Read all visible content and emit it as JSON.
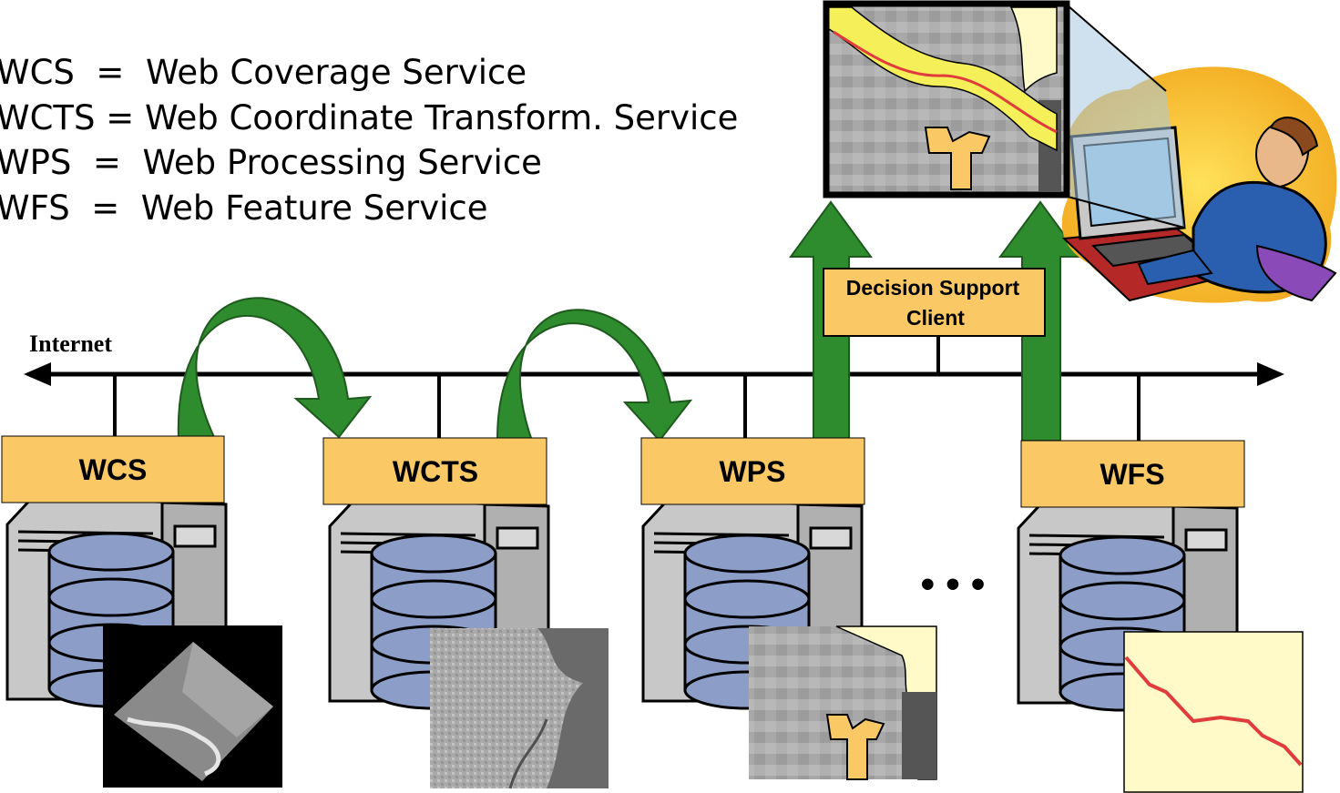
{
  "legend": [
    {
      "abbr": "WCS",
      "sep": "  =  ",
      "full": "Web Coverage Service"
    },
    {
      "abbr": "WCTS",
      "sep": " = ",
      "full": "Web Coordinate Transform. Service"
    },
    {
      "abbr": "WPS",
      "sep": "  =  ",
      "full": "Web Processing Service"
    },
    {
      "abbr": "WFS",
      "sep": "  =  ",
      "full": "Web Feature Service"
    }
  ],
  "network": {
    "label": "Internet"
  },
  "services": [
    {
      "label": "WCS",
      "thumbnail": "rotated-satellite-image"
    },
    {
      "label": "WCTS",
      "thumbnail": "city-aerial-image"
    },
    {
      "label": "WPS",
      "thumbnail": "pixelated-map-with-building"
    },
    {
      "label": "WFS",
      "thumbnail": "vector-road-feature"
    }
  ],
  "ellipsis": "• • •",
  "client": {
    "line1": "Decision Support",
    "line2": "Client"
  },
  "colors": {
    "service_box": "#fac864",
    "arrow_green": "#2e8b2e",
    "server_gray": "#c8c8c8",
    "disk_blue": "#8c9ec8",
    "road_yellow": "#f5f05a",
    "road_red": "#e03c3c",
    "map_paper": "#fffac8"
  },
  "icons": [
    "server-icon",
    "database-icon",
    "user-at-computer-icon",
    "building-icon"
  ]
}
